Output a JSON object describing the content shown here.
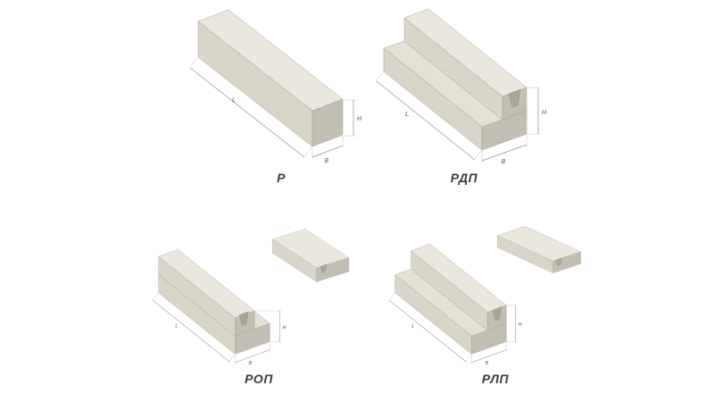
{
  "figures": {
    "p": {
      "caption": "Р",
      "dims": {
        "length": "L",
        "height": "H",
        "width": "B"
      }
    },
    "rdp": {
      "caption": "РДП",
      "dims": {
        "length": "L",
        "height": "H",
        "width": "B"
      }
    },
    "rop": {
      "caption": "РОП",
      "dims": {
        "length": "L",
        "height": "H",
        "width": "B"
      }
    },
    "rlp": {
      "caption": "РЛП",
      "dims": {
        "length": "L",
        "height": "H",
        "width": "B"
      }
    }
  }
}
